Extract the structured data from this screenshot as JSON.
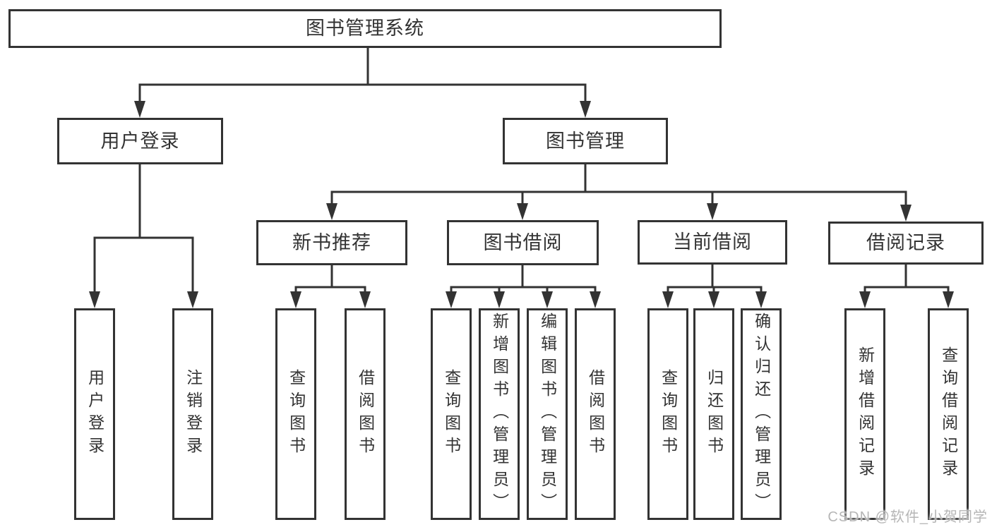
{
  "diagram": {
    "type": "tree",
    "tree": {
      "label": "图书管理系统",
      "children": [
        {
          "label": "用户登录",
          "children": [
            {
              "label": "用户登录"
            },
            {
              "label": "注销登录"
            }
          ]
        },
        {
          "label": "图书管理",
          "children": [
            {
              "label": "新书推荐",
              "children": [
                {
                  "label": "查询图书"
                },
                {
                  "label": "借阅图书"
                }
              ]
            },
            {
              "label": "图书借阅",
              "children": [
                {
                  "label": "查询图书"
                },
                {
                  "label": "新增图书（管理员）"
                },
                {
                  "label": "编辑图书（管理员）"
                },
                {
                  "label": "借阅图书"
                }
              ]
            },
            {
              "label": "当前借阅",
              "children": [
                {
                  "label": "查询图书"
                },
                {
                  "label": "归还图书"
                },
                {
                  "label": "确认归还（管理员）"
                }
              ]
            },
            {
              "label": "借阅记录",
              "children": [
                {
                  "label": "新增借阅记录"
                },
                {
                  "label": "查询借阅记录"
                }
              ]
            }
          ]
        }
      ]
    },
    "colors": {
      "line": "#333333",
      "text": "#333333",
      "box_background": "#ffffff",
      "page_background": "#ffffff",
      "watermark": "#b0b0b0"
    }
  },
  "watermark": {
    "text": "CSDN @软件_小贺同学"
  }
}
